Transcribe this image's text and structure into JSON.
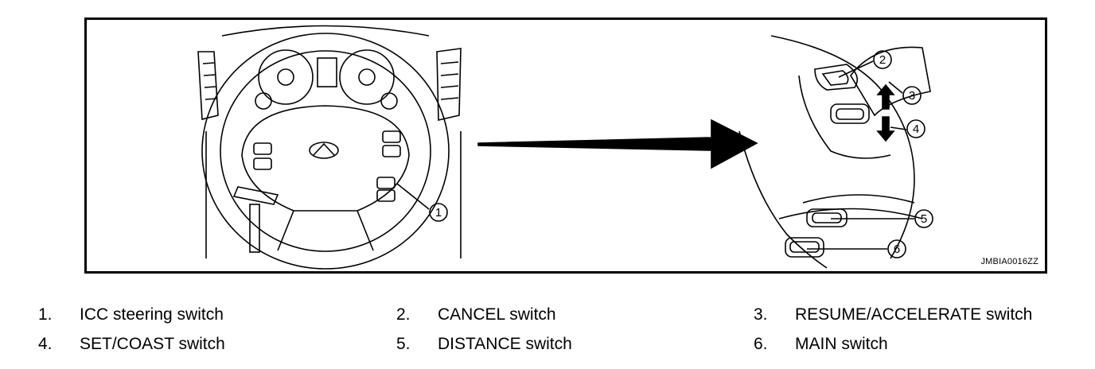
{
  "figure": {
    "code": "JMBIA0016ZZ",
    "callouts": [
      "1",
      "2",
      "3",
      "4",
      "5",
      "6"
    ]
  },
  "legend": [
    {
      "num": "1.",
      "label": "ICC steering switch"
    },
    {
      "num": "2.",
      "label": "CANCEL switch"
    },
    {
      "num": "3.",
      "label": "RESUME/ACCELERATE switch"
    },
    {
      "num": "4.",
      "label": "SET/COAST switch"
    },
    {
      "num": "5.",
      "label": "DISTANCE switch"
    },
    {
      "num": "6.",
      "label": "MAIN switch"
    }
  ]
}
